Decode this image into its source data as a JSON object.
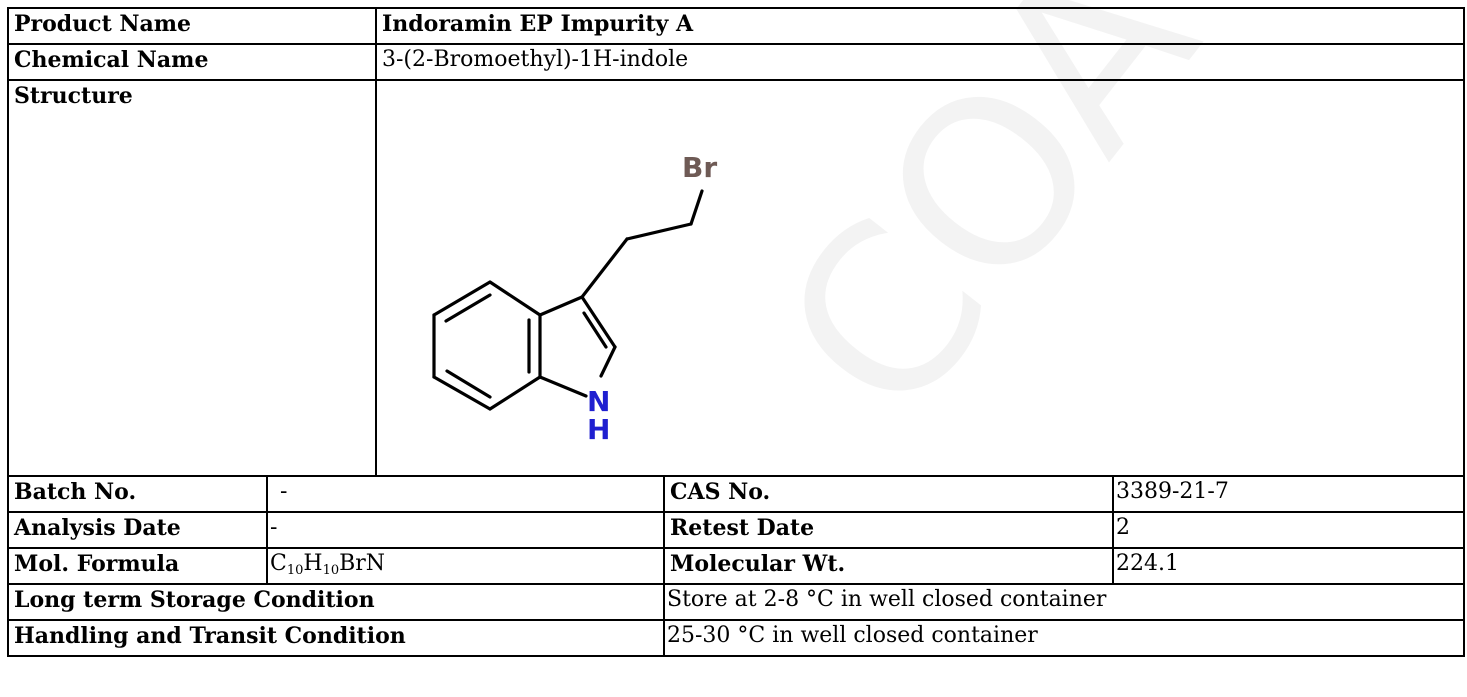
{
  "rows": {
    "product_name": {
      "label": "Product Name",
      "value": "Indoramin EP Impurity A"
    },
    "chemical_name": {
      "label": "Chemical Name",
      "value": "3-(2-Bromoethyl)-1H-indole"
    },
    "structure": {
      "label": "Structure",
      "atoms": {
        "br": "Br",
        "n": "N",
        "h": "H"
      }
    },
    "batch_no": {
      "label": "Batch No.",
      "value": "-"
    },
    "cas_no": {
      "label": "CAS No.",
      "value": "3389-21-7"
    },
    "analysis_date": {
      "label": "Analysis Date",
      "value": "-"
    },
    "retest_date": {
      "label": "Retest Date",
      "value": "2"
    },
    "mol_formula": {
      "label": "Mol. Formula",
      "parts": [
        "C",
        "10",
        "H",
        "10",
        "BrN"
      ]
    },
    "molecular_wt": {
      "label": "Molecular Wt.",
      "value": "224.1"
    },
    "storage": {
      "label": "Long term Storage Condition",
      "value": "Store at 2-8 °C in well closed container"
    },
    "handling": {
      "label": "Handling and Transit Condition",
      "value": "25-30 °C in well closed container"
    }
  },
  "watermark": {
    "text": "COA",
    "color": "#f2f2f2"
  },
  "colors": {
    "border": "#000000",
    "bromine": "#6e5a55",
    "nitrogen": "#1f1fd0"
  }
}
